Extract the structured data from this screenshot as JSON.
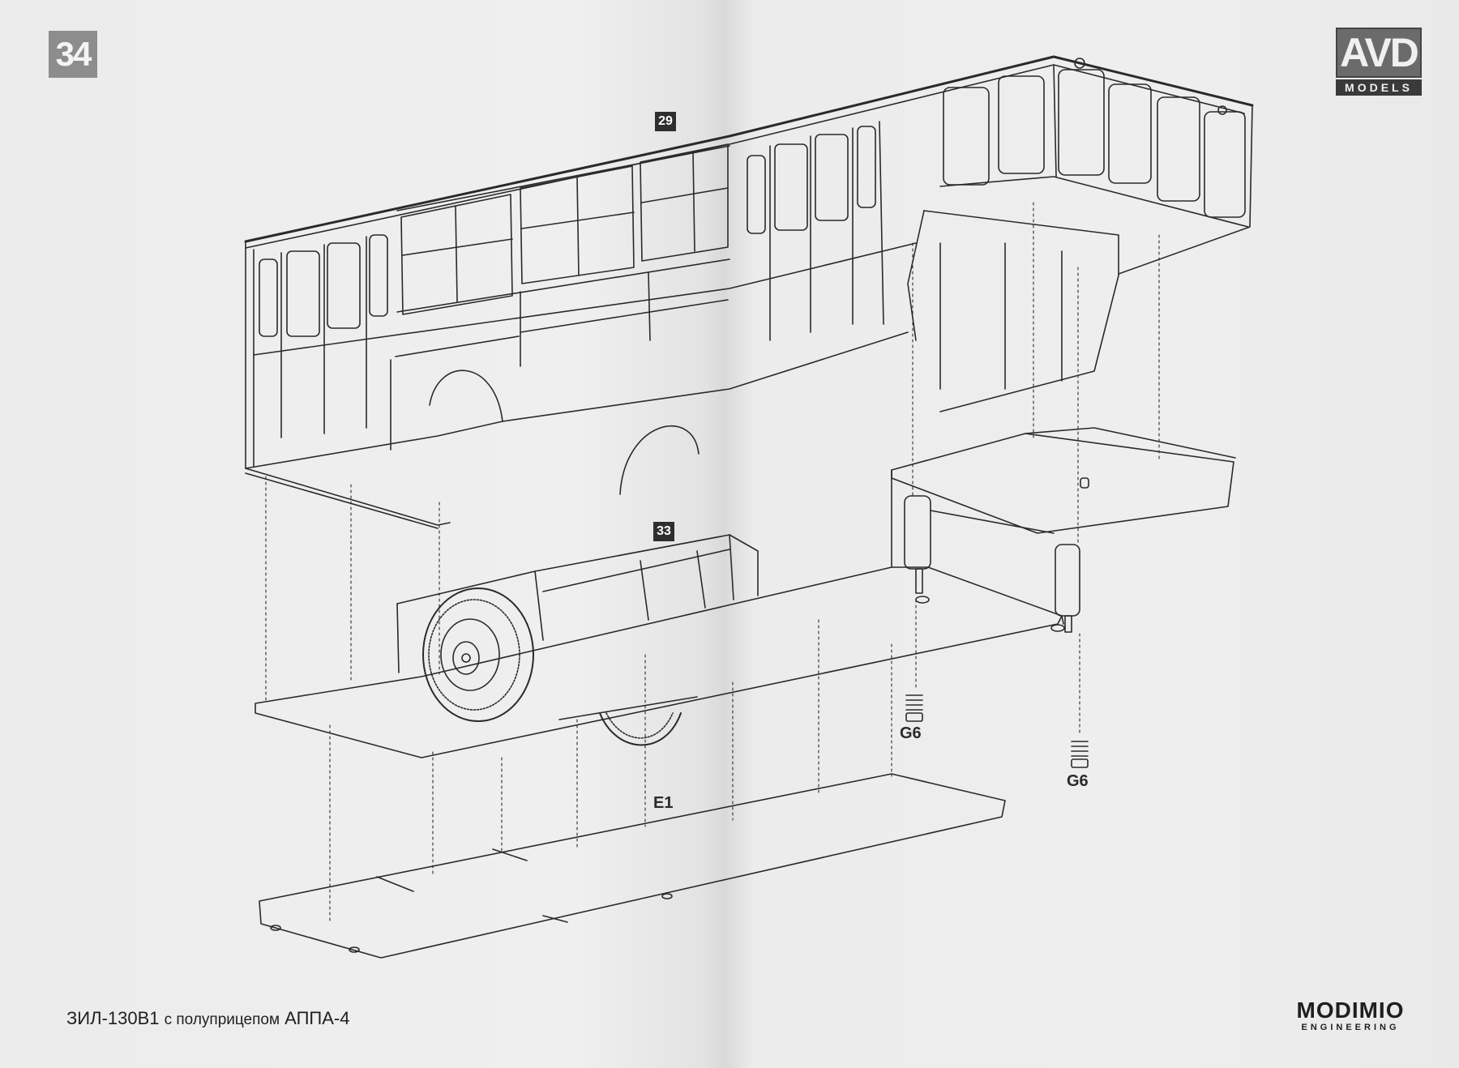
{
  "page": {
    "number": "34"
  },
  "brand": {
    "main": "AVD",
    "sub": "MODELS"
  },
  "steps": {
    "body": "29",
    "chassis": "33"
  },
  "parts": {
    "e1": "E1",
    "g6_left": "G6",
    "g6_right": "G6"
  },
  "footer": {
    "title_model": "ЗИЛ-130В1",
    "title_connector": "с полуприцепом",
    "title_trailer": "АППА-4",
    "publisher_main": "MODIMIO",
    "publisher_sub": "ENGINEERING"
  },
  "colors": {
    "ink": "#2a2a2a",
    "paper": "#ececec",
    "badge": "#2e2e2e"
  }
}
